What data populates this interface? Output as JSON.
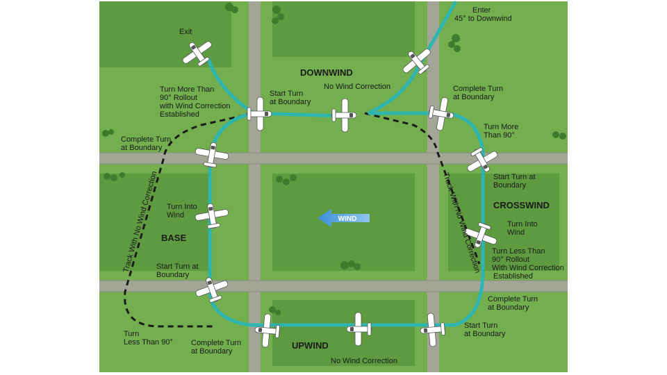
{
  "diagram": {
    "legs": {
      "downwind": "DOWNWIND",
      "crosswind": "CROSSWIND",
      "upwind": "UPWIND",
      "base": "BASE"
    },
    "wind_label": "WIND",
    "labels": {
      "enter_1": "Enter",
      "enter_2": "45° to Downwind",
      "exit": "Exit",
      "turn_more_1": "Turn More Than",
      "turn_more_2": "90° Rollout",
      "turn_more_3": "with Wind Correction",
      "turn_more_4": "Established",
      "start_turn_dw_1": "Start Turn",
      "start_turn_dw_2": "at Boundary",
      "no_wind_top": "No Wind Correction",
      "complete_turn_tr_1": "Complete Turn",
      "complete_turn_tr_2": "at Boundary",
      "turn_more_r_1": "Turn More",
      "turn_more_r_2": "Than 90°",
      "complete_turn_l_1": "Complete Turn",
      "complete_turn_l_2": "at Boundary",
      "start_turn_r_1": "Start Turn  at",
      "start_turn_r_2": "Boundary",
      "turn_into_l_1": "Turn Into",
      "turn_into_l_2": "Wind",
      "turn_into_r_1": "Turn Into",
      "turn_into_r_2": "Wind",
      "turn_less_r_1": "Turn Less Than",
      "turn_less_r_2": "90° Rollout",
      "turn_less_r_3": "With Wind Correction",
      "turn_less_r_4": "Established",
      "start_turn_l_1": "Start Turn  at",
      "start_turn_l_2": "Boundary",
      "complete_turn_br_1": "Complete Turn",
      "complete_turn_br_2": "at Boundary",
      "start_turn_br_1": "Start Turn",
      "start_turn_br_2": "at Boundary",
      "turn_less_bl_1": "Turn",
      "turn_less_bl_2": "Less Than 90°",
      "complete_turn_bl_1": "Complete Turn",
      "complete_turn_bl_2": "at Boundary",
      "no_wind_bottom": "No Wind Correction",
      "track_left": "Track With No Wind Correction",
      "track_right": "Track With No Wind Correction"
    },
    "colors": {
      "field": "#6aa548",
      "field_dark": "#5c9a3e",
      "road": "#9ea390",
      "path": "#2fb5b0",
      "wind_arrow": "#3d8fd6",
      "dashed_track": "#1a1a1a"
    }
  }
}
